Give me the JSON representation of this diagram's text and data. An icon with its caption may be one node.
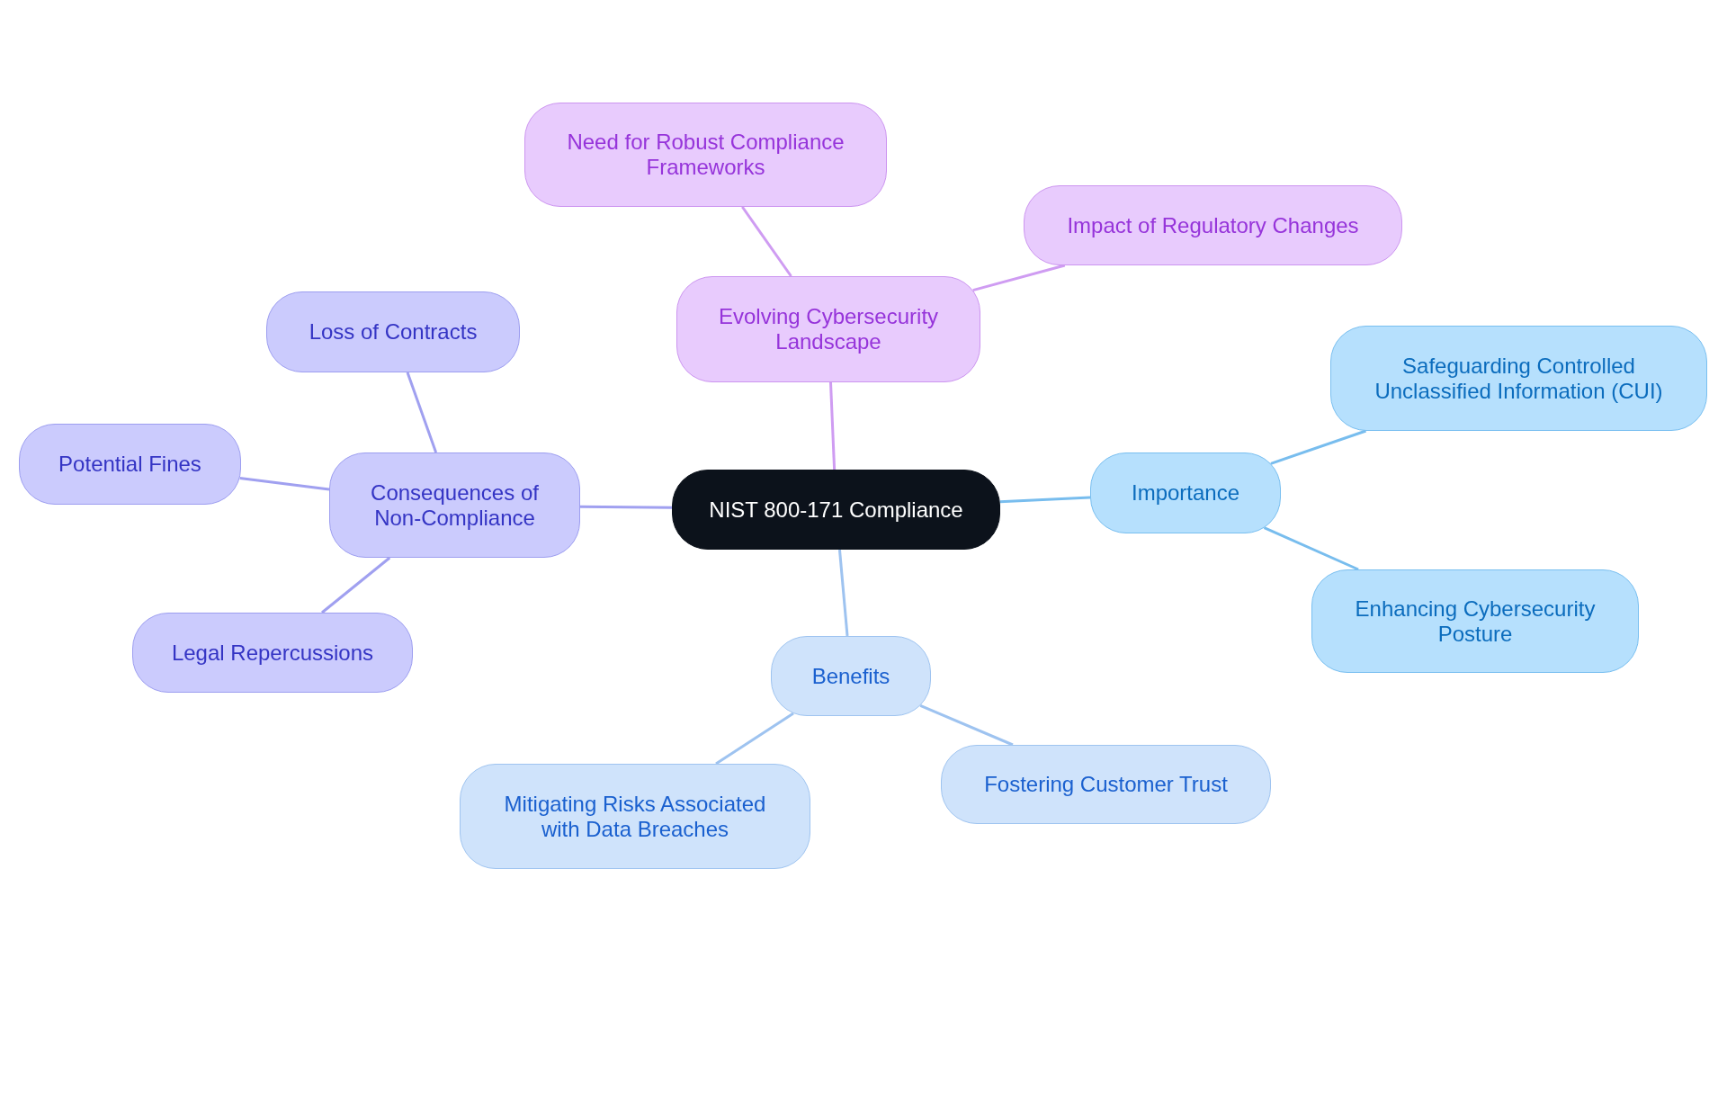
{
  "diagram": {
    "nodes": [
      {
        "text": [
          "NIST 800-171 Compliance"
        ]
      },
      {
        "text": [
          "Evolving Cybersecurity Landscape"
        ]
      },
      {
        "text": [
          "Need for Robust Compliance Frameworks"
        ]
      },
      {
        "text": [
          "Impact of Regulatory Changes"
        ]
      },
      {
        "text": [
          "Importance"
        ]
      },
      {
        "text": [
          "Safeguarding Controlled Unclassified Information (CUI)"
        ]
      },
      {
        "text": [
          "Enhancing Cybersecurity Posture"
        ]
      },
      {
        "text": [
          "Benefits"
        ]
      },
      {
        "text": [
          "Mitigating Risks Associated with Data Breaches"
        ]
      },
      {
        "text": [
          "Fostering Customer Trust"
        ]
      },
      {
        "text": [
          "Consequences of Non-Compliance"
        ]
      },
      {
        "text": [
          "Loss of Contracts"
        ]
      },
      {
        "text": [
          "Potential Fines"
        ]
      },
      {
        "text": [
          "Legal Repercussions"
        ]
      }
    ],
    "edges": [
      {
        "from": 0,
        "to": 1,
        "arrow": "none",
        "color": "#cf9cf2"
      },
      {
        "from": 1,
        "to": 2,
        "arrow": "none",
        "color": "#cf9cf2"
      },
      {
        "from": 1,
        "to": 3,
        "arrow": "none",
        "color": "#cf9cf2"
      },
      {
        "from": 0,
        "to": 4,
        "arrow": "none",
        "color": "#78bdee"
      },
      {
        "from": 4,
        "to": 5,
        "arrow": "none",
        "color": "#78bdee"
      },
      {
        "from": 4,
        "to": 6,
        "arrow": "none",
        "color": "#78bdee"
      },
      {
        "from": 0,
        "to": 7,
        "arrow": "none",
        "color": "#9ec3f0"
      },
      {
        "from": 7,
        "to": 8,
        "arrow": "none",
        "color": "#9ec3f0"
      },
      {
        "from": 7,
        "to": 9,
        "arrow": "none",
        "color": "#9ec3f0"
      },
      {
        "from": 0,
        "to": 10,
        "arrow": "none"
      },
      {
        "from": 10,
        "to": 11,
        "arrow": "none"
      },
      {
        "from": 10,
        "to": 12,
        "arrow": "none"
      },
      {
        "from": 10,
        "to": 13,
        "arrow": "none"
      }
    ]
  }
}
